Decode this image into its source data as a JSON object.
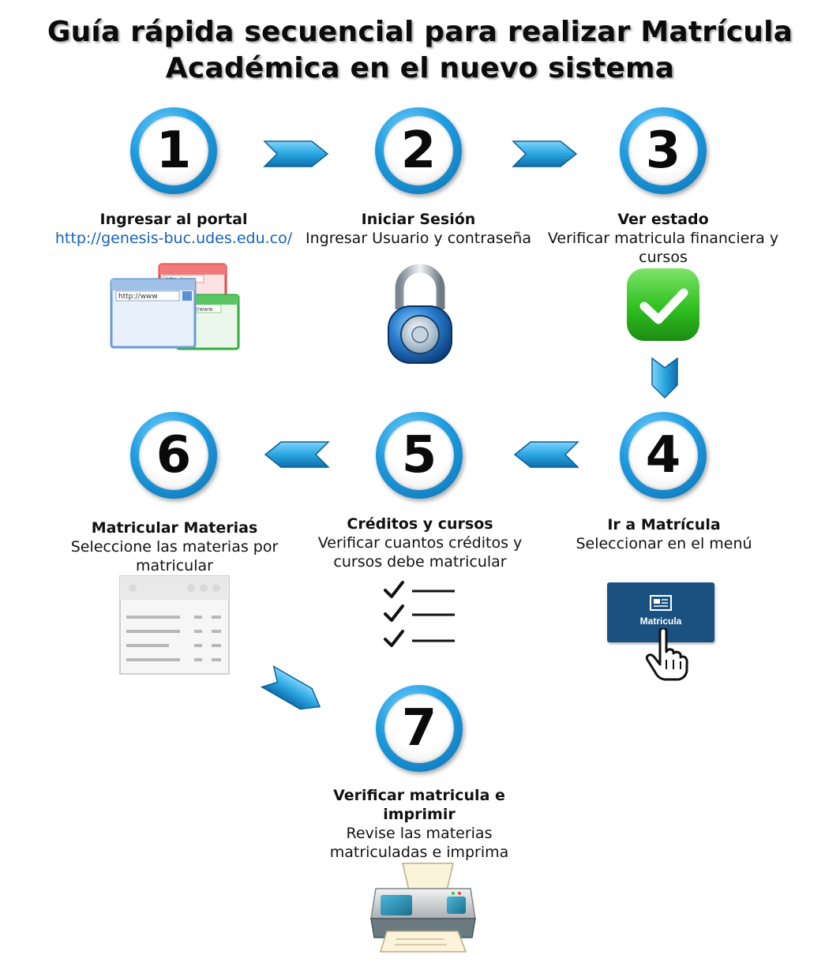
{
  "title": {
    "line1": "Guía rápida secuencial para realizar Matrícula",
    "line2": "Académica en el nuevo sistema"
  },
  "steps": [
    {
      "number": "1",
      "heading": "Ingresar al portal",
      "link": "http://genesis-buc.udes.edu.co/"
    },
    {
      "number": "2",
      "heading": "Iniciar Sesión",
      "desc": "Ingresar Usuario y contraseña"
    },
    {
      "number": "3",
      "heading": "Ver estado",
      "desc_line1": "Verificar matricula financiera y",
      "desc_line2": "cursos"
    },
    {
      "number": "4",
      "heading": "Ir a Matrícula",
      "desc": "Seleccionar en el menú"
    },
    {
      "number": "5",
      "heading": "Créditos y cursos",
      "desc_line1": "Verificar cuantos créditos y",
      "desc_line2": "cursos debe matricular"
    },
    {
      "number": "6",
      "heading": "Matricular Materias",
      "desc_line1": "Seleccione las materias por",
      "desc_line2": "matricular"
    },
    {
      "number": "7",
      "heading_line1": "Verificar matricula e",
      "heading_line2": "imprimir",
      "desc_line1": "Revise las materias",
      "desc_line2": "matriculadas e imprima"
    }
  ],
  "browser_icon": {
    "url_text": "http://www"
  },
  "menu_button": {
    "label": "Matricula"
  },
  "colors": {
    "circle_ring": "#1e9ce0",
    "arrow": "#2aa6e0",
    "link": "#1560bd",
    "button": "#1b5181",
    "check": "#2fbf1f"
  }
}
